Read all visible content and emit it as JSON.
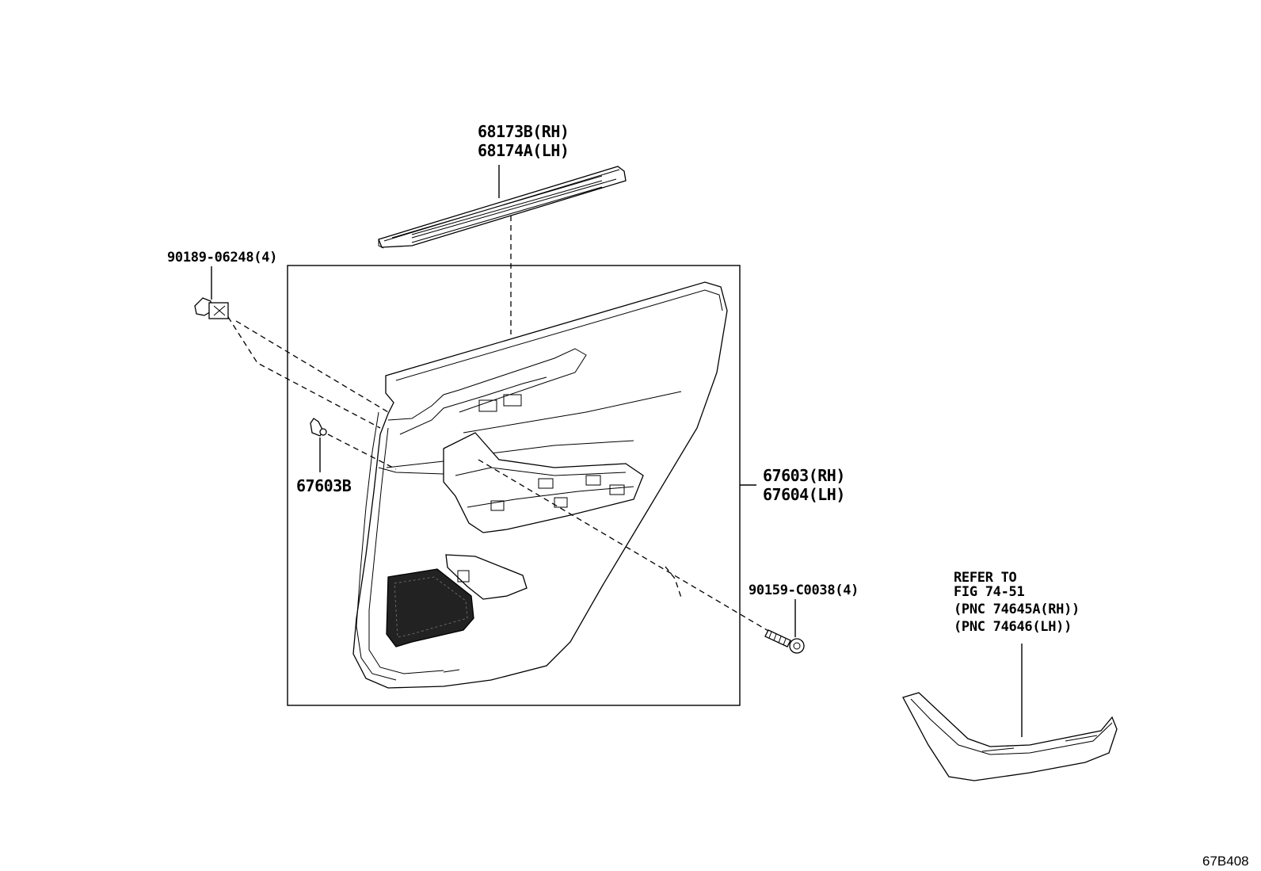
{
  "labels": {
    "weatherstrip_rh": "68173B(RH)",
    "weatherstrip_lh": "68174A(LH)",
    "clip_upper": "90189-06248(4)",
    "clip_lower": "67603B",
    "panel_rh": "67603(RH)",
    "panel_lh": "67604(LH)",
    "screw": "90159-C0038(4)",
    "refer_line1": "REFER TO",
    "refer_line2": "FIG 74-51",
    "refer_line3": "(PNC 74645A(RH))",
    "refer_line4": "(PNC 74646(LH))",
    "figure_id": "67B408"
  }
}
